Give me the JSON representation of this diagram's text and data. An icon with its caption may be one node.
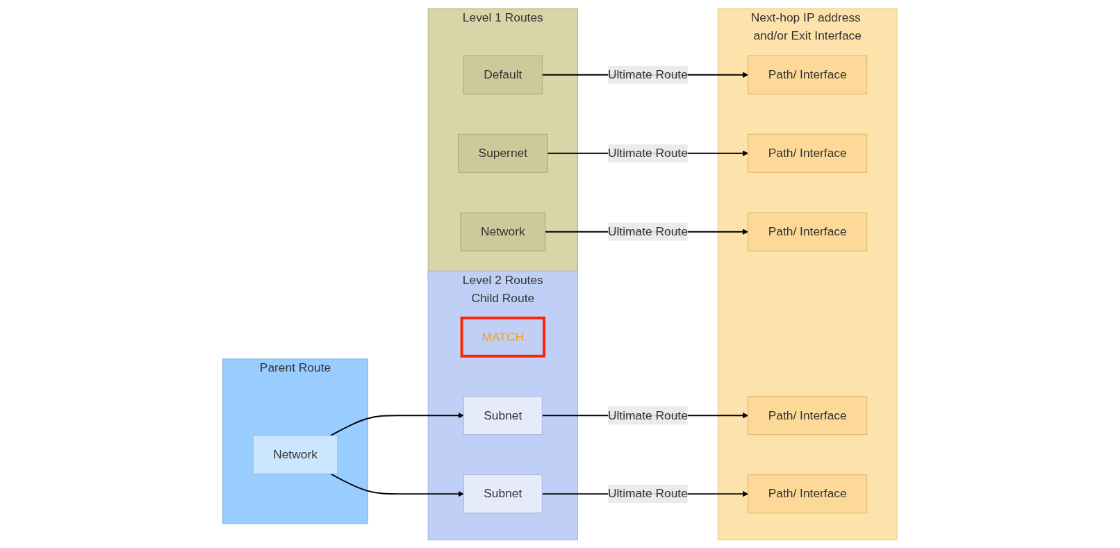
{
  "diagram": {
    "nodes": [
      {
        "text": [
          "Level 1 Routes"
        ]
      },
      {
        "text": [
          "Default"
        ],
        "in": 0
      },
      {
        "text": [
          "Supernet"
        ],
        "in": 0
      },
      {
        "text": [
          "Network"
        ],
        "in": 0
      },
      {
        "text": [
          "Parent Route"
        ]
      },
      {
        "text": [
          "Network"
        ],
        "in": 4
      },
      {
        "text": [
          "Level 2 Routes",
          "Child Route"
        ]
      },
      {
        "text": [
          "MATCH"
        ],
        "in": 6
      },
      {
        "text": [
          "Subnet"
        ],
        "in": 6
      },
      {
        "text": [
          "Subnet"
        ],
        "in": 6
      },
      {
        "text": [
          "Next-hop IP address and/or Exit Interface"
        ]
      },
      {
        "text": [
          "Path/ Interface"
        ],
        "in": 10
      },
      {
        "text": [
          "Path/ Interface"
        ],
        "in": 10
      },
      {
        "text": [
          "Path/ Interface"
        ],
        "in": 10
      },
      {
        "text": [
          "Path/ Interface"
        ],
        "in": 10
      },
      {
        "text": [
          "Path/ Interface"
        ],
        "in": 10
      }
    ],
    "edges": [
      {
        "from": 1,
        "to": 11,
        "arrow": "to",
        "label": "Ultimate Route"
      },
      {
        "from": 2,
        "to": 12,
        "arrow": "to",
        "label": "Ultimate Route"
      },
      {
        "from": 3,
        "to": 13,
        "arrow": "to",
        "label": "Ultimate Route"
      },
      {
        "from": 5,
        "to": 8,
        "arrow": "to"
      },
      {
        "from": 5,
        "to": 9,
        "arrow": "to"
      },
      {
        "from": 8,
        "to": 14,
        "arrow": "to",
        "label": "Ultimate Route"
      },
      {
        "from": 9,
        "to": 15,
        "arrow": "to",
        "label": "Ultimate Route"
      }
    ]
  }
}
